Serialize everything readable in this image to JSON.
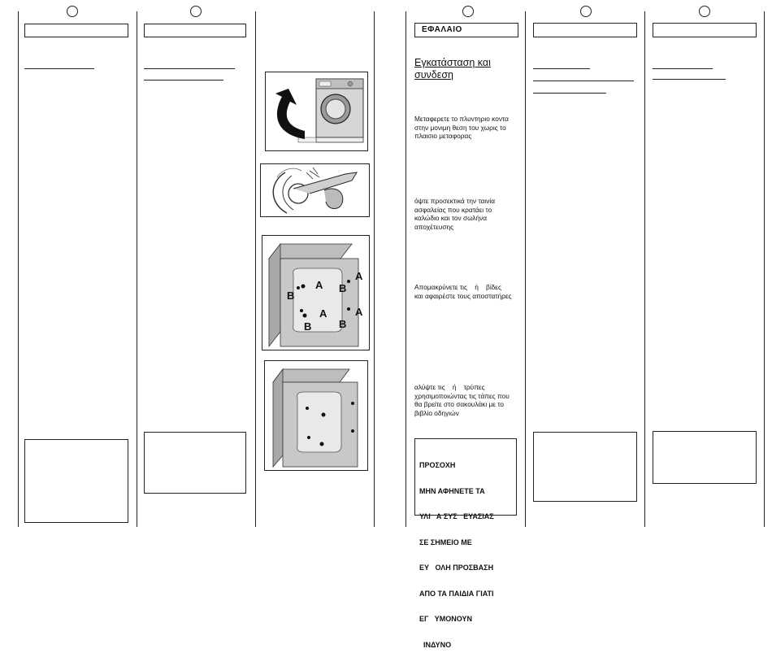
{
  "left_page": {
    "column_markers": [
      "",
      "",
      ""
    ],
    "panels": [
      "illustration-carry",
      "illustration-remove-strap",
      "illustration-back-bolts",
      "illustration-back-plugs"
    ],
    "callouts": {
      "A_labels": [
        "A",
        "A",
        "A"
      ],
      "B_labels": [
        "B",
        "B",
        "B",
        "B"
      ]
    }
  },
  "right_page": {
    "column_markers": [
      "",
      "",
      ""
    ],
    "chapter_heading": "ΕΦΑΛΑΙΟ",
    "section_title": "Εγκατάσταση και συνδεση",
    "paragraphs": [
      "Μεταφερετε το πλυντηριο κοντα στην μονιμη θεση του χωρις το πλαισιο μεταφορας",
      "όψτε προσεκτικά την ταινία ασφαλείας που κρατάει το καλώδιο και τον σωλήνα αποχέτευσης",
      "Απομακρύνετε τις    ή    βίδες       και αφαιρέστε τους αποστατήρες",
      "αλύψτε τις    ή    τρύπες χρησιμοποιώντας τις τάπες που θα βρείτε στο σακουλάκι με το βιβλίο οδηγιών"
    ],
    "warning_lines": [
      "ΠΡΟΣΟΧΗ",
      "ΜΗΝ ΑΦΗΝΕΤΕ ΤΑ",
      "ΥΛΙ   Α ΣΥΣ   ΕΥΑΣΙΑΣ",
      "ΣΕ ΣΗΜΕΙΟ ΜΕ",
      "ΕΥ   ΟΛΗ ΠΡΟΣΒΑΣΗ",
      "ΑΠΟ ΤΑ ΠΑΙΔΙΑ ΓΙΑΤΙ",
      "ΕΓ   ΥΜΟΝΟΥΝ",
      "  ΙΝΔΥΝΟ"
    ]
  }
}
